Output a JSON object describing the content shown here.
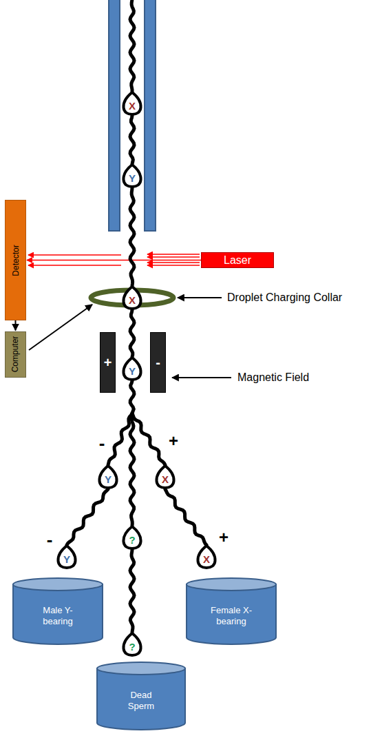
{
  "diagram": {
    "nodes": [
      {
        "text": [
          "X"
        ]
      },
      {
        "text": [
          "Y"
        ]
      },
      {
        "text": [
          "Detector"
        ]
      },
      {
        "text": [
          "Laser"
        ]
      },
      {
        "text": [
          "X"
        ]
      },
      {
        "text": [
          "Computer"
        ]
      },
      {
        "text": [
          "+"
        ]
      },
      {
        "text": [
          "Y"
        ]
      },
      {
        "text": [
          "-"
        ]
      },
      {
        "text": [
          "Y"
        ]
      },
      {
        "text": [
          "X"
        ]
      },
      {
        "text": [
          "?"
        ]
      },
      {
        "text": [
          "Y"
        ]
      },
      {
        "text": [
          "X"
        ]
      },
      {
        "text": [
          "Male Y-bearing"
        ]
      },
      {
        "text": [
          "Female X-bearing"
        ]
      },
      {
        "text": [
          "?"
        ]
      },
      {
        "text": [
          "Dead Sperm"
        ]
      }
    ],
    "edges": [
      {
        "from": 3,
        "to": 2,
        "arrow": "to"
      },
      {
        "from": 2,
        "to": 5,
        "arrow": "to"
      }
    ],
    "labels": [
      "Droplet Charging Collar",
      "Magnetic Field",
      "-",
      "+",
      "-",
      "+"
    ]
  }
}
